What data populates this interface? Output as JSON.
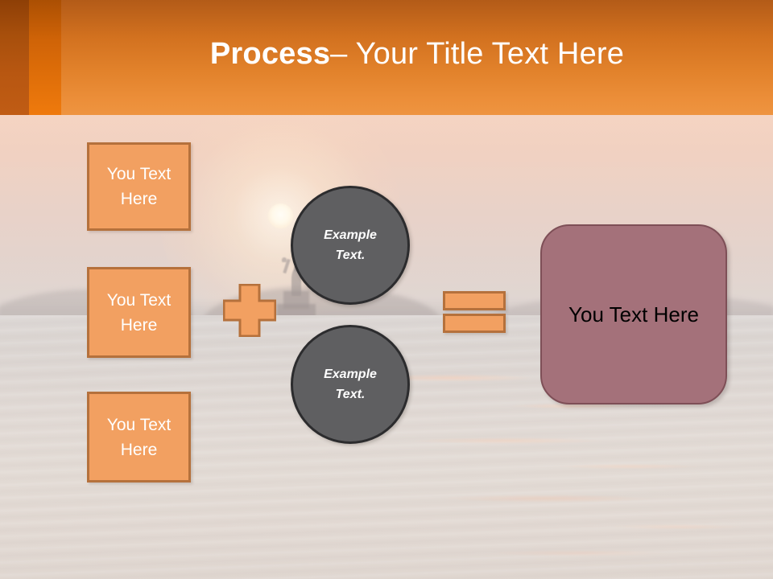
{
  "slide": {
    "header": {
      "title_bold": "Process",
      "title_rest": " – Your Title Text Here",
      "bar_color": "#e2822b",
      "stripe_dark_color": "#a74f0c",
      "stripe_bright_color": "#e06f09"
    },
    "background": {
      "description": "sunset-over-water photo with Statue of Liberty silhouette",
      "sky_color": "#f6d2be",
      "sea_color": "#dcd3cd"
    },
    "input_boxes": [
      {
        "line1": "You Text",
        "line2": "Here",
        "fill": "#f2a061",
        "border": "#b5713c"
      },
      {
        "line1": "You Text",
        "line2": "Here",
        "fill": "#f2a061",
        "border": "#b5713c"
      },
      {
        "line1": "You Text",
        "line2": "Here",
        "fill": "#f2a061",
        "border": "#b5713c"
      }
    ],
    "operators": {
      "plus": "+",
      "equals": "=",
      "fill": "#f2a061",
      "border": "#b5713c"
    },
    "circles": [
      {
        "line1": "Example",
        "line2": "Text.",
        "fill": "#5f5f61",
        "border": "#2c2c2e"
      },
      {
        "line1": "Example",
        "line2": "Text.",
        "fill": "#5f5f61",
        "border": "#2c2c2e"
      }
    ],
    "result": {
      "label": "You Text Here",
      "fill": "#a4717a",
      "border": "#7e4f57",
      "text_color": "#000000"
    }
  }
}
